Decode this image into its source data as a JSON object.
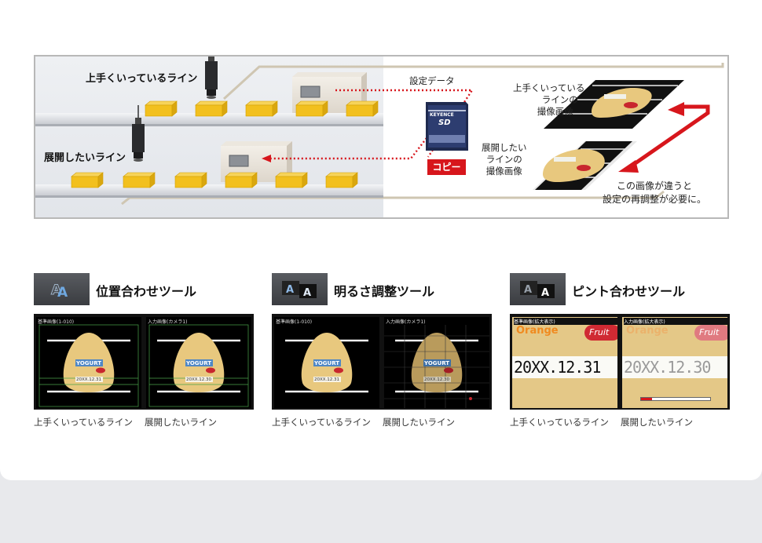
{
  "diagram": {
    "line_good": "上手くいっているライン",
    "line_deploy": "展開したいライン",
    "settings_data": "設定データ",
    "sd_brand": "KEYENCE",
    "sd_label": "SD",
    "copy_label": "コピー",
    "img_good": [
      "上手くいっている",
      "ラインの",
      "撮像画像"
    ],
    "img_deploy": [
      "展開したい",
      "ラインの",
      "撮像画像"
    ],
    "note": [
      "この画像が違うと",
      "設定の再調整が必要に。"
    ]
  },
  "tools": [
    {
      "title": "位置合わせツール",
      "icon": "position-align-icon",
      "pane_left_caption": "基準画像(1-010)",
      "pane_right_caption": "入力画像(カメラ1)",
      "brand": "YOGURT",
      "date_left": "20XX.12.31",
      "date_right": "20XX.12.30",
      "caption_left": "上手くいっているライン",
      "caption_right": "展開したいライン"
    },
    {
      "title": "明るさ調整ツール",
      "icon": "brightness-adjust-icon",
      "pane_left_caption": "基準画像(1-010)",
      "pane_right_caption": "入力画像(カメラ1)",
      "brand": "YOGURT",
      "date_left": "20XX.12.31",
      "date_right": "20XX.12.30",
      "caption_left": "上手くいっているライン",
      "caption_right": "展開したいライン"
    },
    {
      "title": "ピント合わせツール",
      "icon": "focus-adjust-icon",
      "pane_left_caption": "基準画像(拡大表示)",
      "pane_right_caption": "入力画像(拡大表示)",
      "brand_word": "Orange",
      "fruit_word": "Fruit",
      "date_left": "20XX.12.31",
      "date_right": "20XX.12.30",
      "caption_left": "上手くいっているライン",
      "caption_right": "展開したいライン"
    }
  ],
  "colors": {
    "accent_red": "#d7161c",
    "box_yellow": "#f2c01e",
    "panel_dark": "#3a3c40"
  }
}
